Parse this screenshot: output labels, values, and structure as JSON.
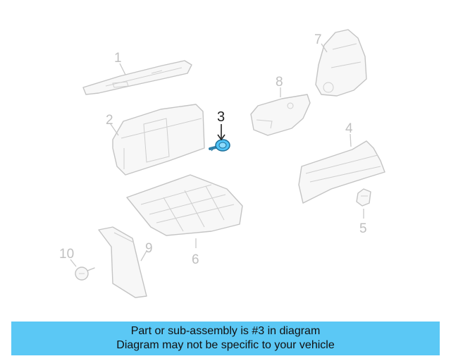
{
  "diagram": {
    "callouts": {
      "c1": "1",
      "c2": "2",
      "c3": "3",
      "c4": "4",
      "c5": "5",
      "c6": "6",
      "c7": "7",
      "c8": "8",
      "c9": "9",
      "c10": "10"
    },
    "highlighted_part": "3",
    "colors": {
      "highlight": "#4fc3f7",
      "parts": "#c4c4c4",
      "banner": "#5bc8f5"
    }
  },
  "banner": {
    "line1": "Part or sub-assembly is #3 in diagram",
    "line2": "Diagram may not be specific to your vehicle"
  }
}
